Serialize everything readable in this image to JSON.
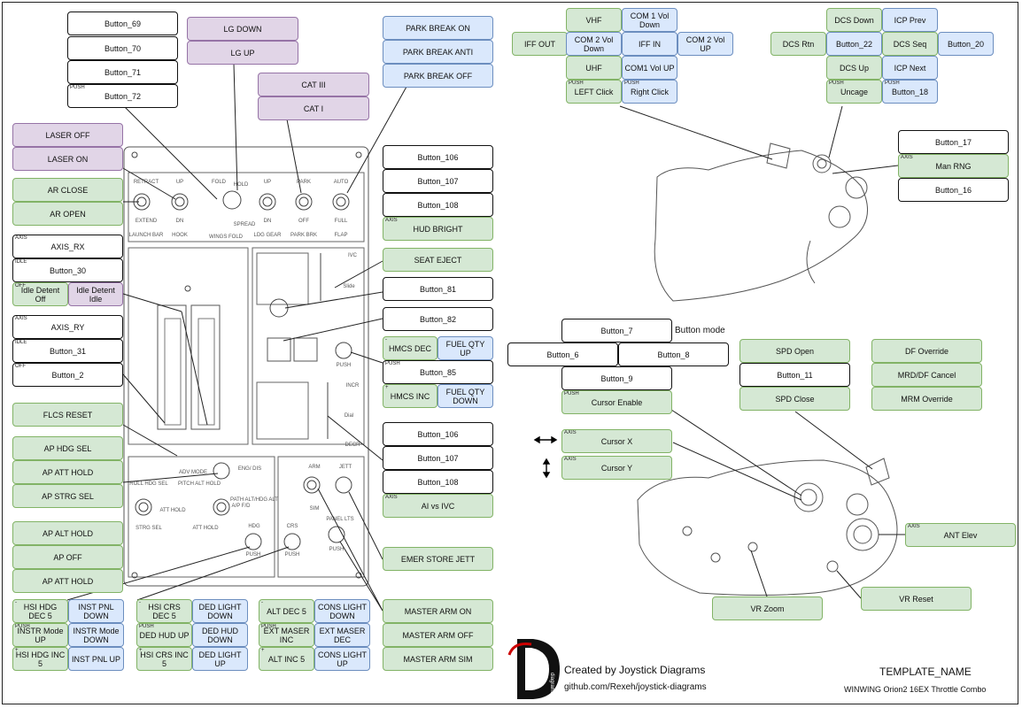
{
  "buttons": [
    {
      "id": "b69",
      "text": "Button_69",
      "style": "w",
      "tag": ""
    },
    {
      "id": "b70",
      "text": "Button_70",
      "style": "w",
      "tag": ""
    },
    {
      "id": "b71",
      "text": "Button_71",
      "style": "w",
      "tag": ""
    },
    {
      "id": "b72",
      "text": "Button_72",
      "style": "w",
      "tag": "PUSH"
    },
    {
      "id": "lgdown",
      "text": "LG DOWN",
      "style": "p",
      "tag": ""
    },
    {
      "id": "lgup",
      "text": "LG UP",
      "style": "p",
      "tag": ""
    },
    {
      "id": "cat3",
      "text": "CAT III",
      "style": "p",
      "tag": ""
    },
    {
      "id": "cat1",
      "text": "CAT I",
      "style": "p",
      "tag": ""
    },
    {
      "id": "pbon",
      "text": "PARK BREAK ON",
      "style": "b",
      "tag": ""
    },
    {
      "id": "pbanti",
      "text": "PARK BREAK ANTI",
      "style": "b",
      "tag": ""
    },
    {
      "id": "pboff",
      "text": "PARK BREAK OFF",
      "style": "b",
      "tag": ""
    },
    {
      "id": "laseroff",
      "text": "LASER OFF",
      "style": "p",
      "tag": ""
    },
    {
      "id": "laseron",
      "text": "LASER ON",
      "style": "p",
      "tag": ""
    },
    {
      "id": "arclose",
      "text": "AR CLOSE",
      "style": "g",
      "tag": ""
    },
    {
      "id": "aropen",
      "text": "AR OPEN",
      "style": "g",
      "tag": ""
    },
    {
      "id": "axisrx",
      "text": "AXIS_RX",
      "style": "w",
      "tag": "AXIS"
    },
    {
      "id": "b30",
      "text": "Button_30",
      "style": "w",
      "tag": "IDLE"
    },
    {
      "id": "idoff",
      "text": "Idle Detent Off",
      "style": "g",
      "tag": "OFF"
    },
    {
      "id": "idle",
      "text": "Idle Detent Idle",
      "style": "p",
      "tag": ""
    },
    {
      "id": "axisry",
      "text": "AXIS_RY",
      "style": "w",
      "tag": "AXIS"
    },
    {
      "id": "b31",
      "text": "Button_31",
      "style": "w",
      "tag": "IDLE"
    },
    {
      "id": "b2",
      "text": "Button_2",
      "style": "w",
      "tag": "OFF"
    },
    {
      "id": "flcs",
      "text": "FLCS RESET",
      "style": "g",
      "tag": ""
    },
    {
      "id": "aphdg",
      "text": "AP HDG SEL",
      "style": "g",
      "tag": ""
    },
    {
      "id": "apatt",
      "text": "AP ATT HOLD",
      "style": "g",
      "tag": ""
    },
    {
      "id": "apstrg",
      "text": "AP STRG SEL",
      "style": "g",
      "tag": ""
    },
    {
      "id": "apalt",
      "text": "AP ALT HOLD",
      "style": "g",
      "tag": ""
    },
    {
      "id": "apoff",
      "text": "AP OFF",
      "style": "g",
      "tag": ""
    },
    {
      "id": "apatt2",
      "text": "AP ATT HOLD",
      "style": "g",
      "tag": ""
    },
    {
      "id": "b106a",
      "text": "Button_106",
      "style": "w",
      "tag": ""
    },
    {
      "id": "b107a",
      "text": "Button_107",
      "style": "w",
      "tag": ""
    },
    {
      "id": "b108a",
      "text": "Button_108",
      "style": "w",
      "tag": ""
    },
    {
      "id": "hudbright",
      "text": "HUD BRIGHT",
      "style": "g",
      "tag": "AXIS"
    },
    {
      "id": "seateject",
      "text": "SEAT EJECT",
      "style": "g",
      "tag": ""
    },
    {
      "id": "b81",
      "text": "Button_81",
      "style": "w",
      "tag": ""
    },
    {
      "id": "b82",
      "text": "Button_82",
      "style": "w",
      "tag": ""
    },
    {
      "id": "hmcsdec",
      "text": "HMCS DEC",
      "style": "g",
      "tag": "-"
    },
    {
      "id": "fuelup",
      "text": "FUEL QTY UP",
      "style": "b",
      "tag": ""
    },
    {
      "id": "b85",
      "text": "Button_85",
      "style": "w",
      "tag": "PUSH"
    },
    {
      "id": "hmcsinc",
      "text": "HMCS INC",
      "style": "g",
      "tag": "+"
    },
    {
      "id": "fueldown",
      "text": "FUEL QTY DOWN",
      "style": "b",
      "tag": ""
    },
    {
      "id": "b106b",
      "text": "Button_106",
      "style": "w",
      "tag": ""
    },
    {
      "id": "b107b",
      "text": "Button_107",
      "style": "w",
      "tag": ""
    },
    {
      "id": "b108b",
      "text": "Button_108",
      "style": "w",
      "tag": ""
    },
    {
      "id": "aivsivc",
      "text": "AI vs IVC",
      "style": "g",
      "tag": "AXIS"
    },
    {
      "id": "emer",
      "text": "EMER STORE JETT",
      "style": "g",
      "tag": ""
    },
    {
      "id": "maon",
      "text": "MASTER ARM ON",
      "style": "g",
      "tag": ""
    },
    {
      "id": "maoff",
      "text": "MASTER ARM OFF",
      "style": "g",
      "tag": ""
    },
    {
      "id": "masim",
      "text": "MASTER ARM SIM",
      "style": "g",
      "tag": ""
    },
    {
      "id": "hsihdgdec",
      "text": "HSI HDG DEC 5",
      "style": "g",
      "tag": "-"
    },
    {
      "id": "instdn",
      "text": "INST PNL DOWN",
      "style": "b",
      "tag": ""
    },
    {
      "id": "instrup",
      "text": "INSTR Mode UP",
      "style": "g",
      "tag": "PUSH"
    },
    {
      "id": "instrdn",
      "text": "INSTR Mode DOWN",
      "style": "b",
      "tag": ""
    },
    {
      "id": "hsihdginc",
      "text": "HSI HDG INC 5",
      "style": "g",
      "tag": "+"
    },
    {
      "id": "instup",
      "text": "INST PNL UP",
      "style": "b",
      "tag": ""
    },
    {
      "id": "hsicrsdec",
      "text": "HSI CRS DEC 5",
      "style": "g",
      "tag": "-"
    },
    {
      "id": "dedldn",
      "text": "DED LIGHT DOWN",
      "style": "b",
      "tag": ""
    },
    {
      "id": "dedhudup",
      "text": "DED HUD UP",
      "style": "g",
      "tag": "PUSH"
    },
    {
      "id": "dedhuddn",
      "text": "DED HUD DOWN",
      "style": "b",
      "tag": ""
    },
    {
      "id": "hsicrsinc",
      "text": "HSI CRS INC 5",
      "style": "g",
      "tag": "+"
    },
    {
      "id": "dedlup",
      "text": "DED LIGHT UP",
      "style": "b",
      "tag": ""
    },
    {
      "id": "altdec",
      "text": "ALT DEC 5",
      "style": "g",
      "tag": "-"
    },
    {
      "id": "consdn",
      "text": "CONS LIGHT DOWN",
      "style": "b",
      "tag": ""
    },
    {
      "id": "extinc",
      "text": "EXT MASER INC",
      "style": "g",
      "tag": "PUSH"
    },
    {
      "id": "extdec",
      "text": "EXT MASER DEC",
      "style": "b",
      "tag": ""
    },
    {
      "id": "altinc",
      "text": "ALT INC 5",
      "style": "g",
      "tag": "+"
    },
    {
      "id": "consup",
      "text": "CONS LIGHT UP",
      "style": "b",
      "tag": ""
    },
    {
      "id": "vhf",
      "text": "VHF",
      "style": "g",
      "tag": ""
    },
    {
      "id": "com1dn",
      "text": "COM 1 Vol Down",
      "style": "b",
      "tag": ""
    },
    {
      "id": "iffout",
      "text": "IFF OUT",
      "style": "g",
      "tag": ""
    },
    {
      "id": "com2dn",
      "text": "COM 2 Vol Down",
      "style": "b",
      "tag": ""
    },
    {
      "id": "iffin",
      "text": "IFF IN",
      "style": "b",
      "tag": ""
    },
    {
      "id": "com2up",
      "text": "COM 2 Vol UP",
      "style": "b",
      "tag": ""
    },
    {
      "id": "uhf",
      "text": "UHF",
      "style": "g",
      "tag": ""
    },
    {
      "id": "com1up",
      "text": "COM1 Vol UP",
      "style": "b",
      "tag": ""
    },
    {
      "id": "leftclick",
      "text": "LEFT Click",
      "style": "g",
      "tag": "PUSH"
    },
    {
      "id": "rightclick",
      "text": "Right Click",
      "style": "b",
      "tag": "PUSH"
    },
    {
      "id": "dcsdown",
      "text": "DCS Down",
      "style": "g",
      "tag": ""
    },
    {
      "id": "icpprev",
      "text": "ICP Prev",
      "style": "b",
      "tag": ""
    },
    {
      "id": "dcsrtn",
      "text": "DCS Rtn",
      "style": "g",
      "tag": ""
    },
    {
      "id": "b22",
      "text": "Button_22",
      "style": "b",
      "tag": ""
    },
    {
      "id": "dcsseq",
      "text": "DCS Seq",
      "style": "g",
      "tag": ""
    },
    {
      "id": "b20",
      "text": "Button_20",
      "style": "b",
      "tag": ""
    },
    {
      "id": "dcsup",
      "text": "DCS Up",
      "style": "g",
      "tag": ""
    },
    {
      "id": "icpnext",
      "text": "ICP Next",
      "style": "b",
      "tag": ""
    },
    {
      "id": "uncage",
      "text": "Uncage",
      "style": "g",
      "tag": "PUSH"
    },
    {
      "id": "b18",
      "text": "Button_18",
      "style": "b",
      "tag": "PUSH"
    },
    {
      "id": "b17",
      "text": "Button_17",
      "style": "w",
      "tag": ""
    },
    {
      "id": "manrng",
      "text": "Man RNG",
      "style": "g",
      "tag": "AXIS"
    },
    {
      "id": "b16",
      "text": "Button_16",
      "style": "w",
      "tag": ""
    },
    {
      "id": "b7",
      "text": "Button_7",
      "style": "w",
      "tag": ""
    },
    {
      "id": "b6",
      "text": "Button_6",
      "style": "w",
      "tag": ""
    },
    {
      "id": "b8",
      "text": "Button_8",
      "style": "w",
      "tag": ""
    },
    {
      "id": "b9",
      "text": "Button_9",
      "style": "w",
      "tag": ""
    },
    {
      "id": "cursorenable",
      "text": "Cursor Enable",
      "style": "g",
      "tag": "PUSH"
    },
    {
      "id": "cursorx",
      "text": "Cursor X",
      "style": "g",
      "tag": "AXIS"
    },
    {
      "id": "cursory",
      "text": "Cursor Y",
      "style": "g",
      "tag": "AXIS"
    },
    {
      "id": "spdopen",
      "text": "SPD Open",
      "style": "g",
      "tag": ""
    },
    {
      "id": "b11",
      "text": "Button_11",
      "style": "w",
      "tag": ""
    },
    {
      "id": "spdclose",
      "text": "SPD Close",
      "style": "g",
      "tag": ""
    },
    {
      "id": "dfovr",
      "text": "DF Override",
      "style": "g",
      "tag": ""
    },
    {
      "id": "mrddf",
      "text": "MRD/DF Cancel",
      "style": "g",
      "tag": ""
    },
    {
      "id": "mrmovr",
      "text": "MRM Override",
      "style": "g",
      "tag": ""
    },
    {
      "id": "antelev",
      "text": "ANT Elev",
      "style": "g",
      "tag": "AXIS"
    },
    {
      "id": "vrreset",
      "text": "VR Reset",
      "style": "g",
      "tag": ""
    },
    {
      "id": "vrzoom",
      "text": "VR Zoom",
      "style": "g",
      "tag": ""
    }
  ],
  "free_labels": {
    "button_mode": "Button mode"
  },
  "panel_labels": {
    "retract": "RETRACT",
    "extend": "EXTEND",
    "launch_bar": "LAUNCH BAR",
    "up": "UP",
    "dn": "DN",
    "hook": "HOOK",
    "fold": "FOLD",
    "hold": "HOLD",
    "spread": "SPREAD",
    "wings_fold": "WINGS FOLD",
    "ldg_gear": "LDG GEAR",
    "park": "PARK",
    "off": "OFF",
    "park_brk": "PARK BRK",
    "auto": "AUTO",
    "full": "FULL",
    "flap": "FLAP",
    "adv_mode": "ADV MODE",
    "roll_hdg_sel": "ROLL HDG SEL",
    "pitch_alt_hold": "PITCH ALT HOLD",
    "att_hold": "ATT HOLD",
    "strg_sel": "STRG SEL",
    "ap_fd": "A/P F/D",
    "hdg": "HDG",
    "crs": "CRS",
    "arm": "ARM",
    "sim": "SIM",
    "jett": "JETT",
    "panel_lts": "PANEL LTS",
    "push": "PUSH",
    "eng_dis": "ENG/ DIS",
    "path": "PATH ALT/HDG ALT",
    "ivc": "IVC",
    "incr": "INCR",
    "decr": "DECR",
    "dial": "Dial",
    "slide": "Slide"
  },
  "footer": {
    "credit": "Created by Joystick Diagrams",
    "github": "github.com/Rexeh/joystick-diagrams",
    "template_name": "TEMPLATE_NAME",
    "device": "WINWING Orion2 16EX Throttle Combo",
    "logo_text": "diagrams"
  }
}
